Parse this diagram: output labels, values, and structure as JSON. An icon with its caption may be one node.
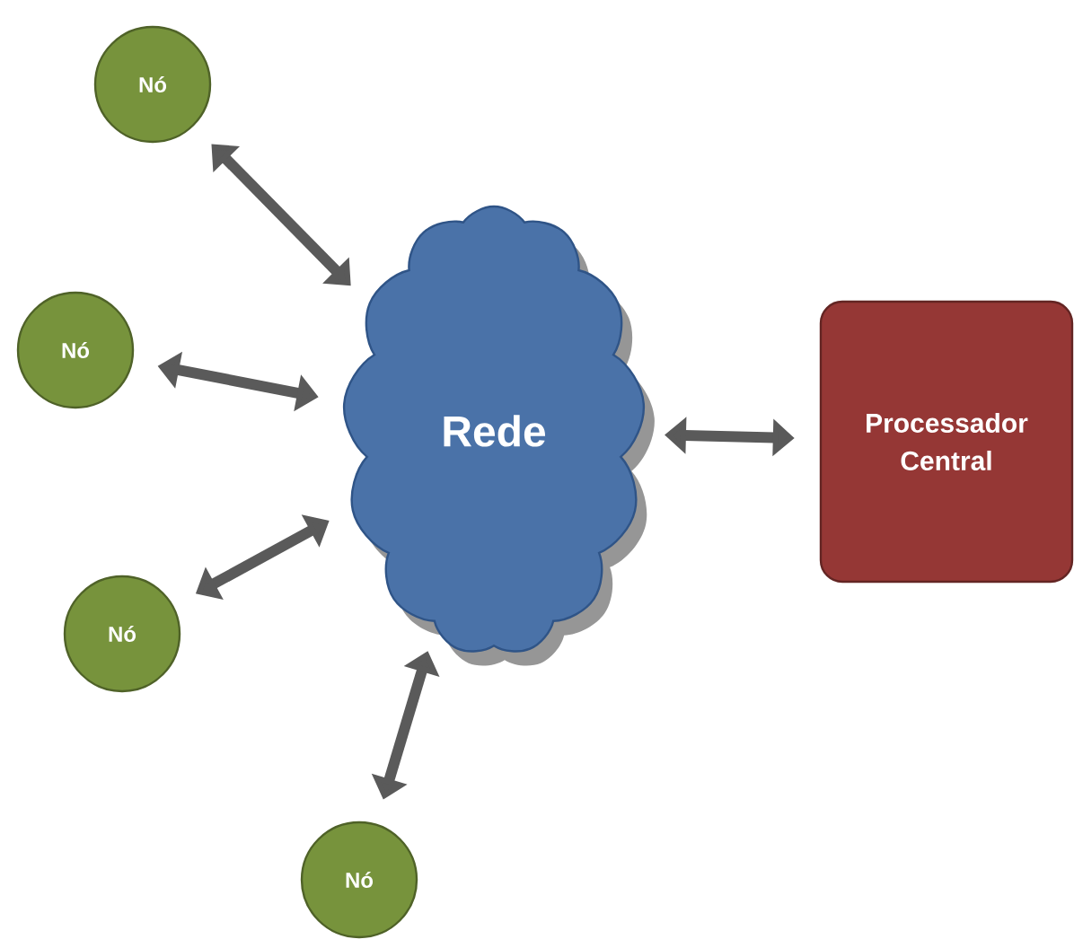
{
  "diagram": {
    "nodes": [
      {
        "text": [
          "Nó"
        ]
      },
      {
        "text": [
          "Nó"
        ]
      },
      {
        "text": [
          "Rede"
        ]
      },
      {
        "text": [
          "Processador Central"
        ]
      },
      {
        "text": [
          "Nó"
        ]
      },
      {
        "text": [
          "Nó"
        ]
      }
    ],
    "edges": [
      {
        "from": 0,
        "to": 2,
        "arrow": "both"
      },
      {
        "from": 1,
        "to": 2,
        "arrow": "both"
      },
      {
        "from": 2,
        "to": 3,
        "arrow": "both"
      },
      {
        "from": 4,
        "to": 2,
        "arrow": "both"
      },
      {
        "from": 5,
        "to": 2,
        "arrow": "both"
      }
    ]
  }
}
